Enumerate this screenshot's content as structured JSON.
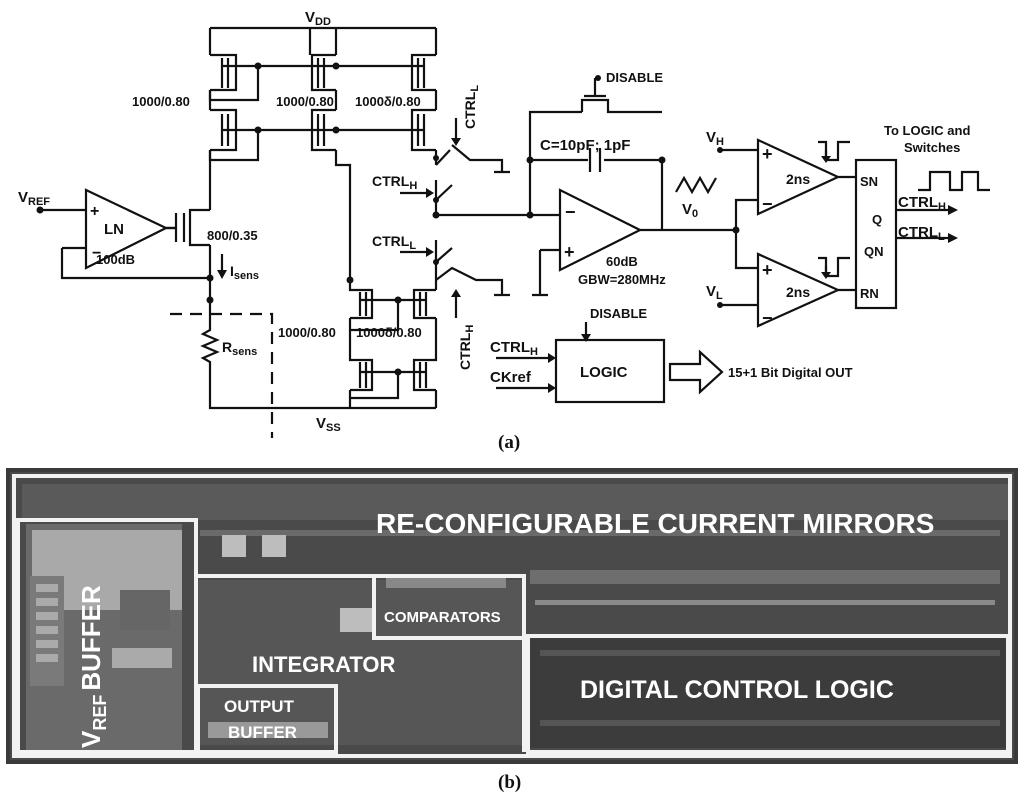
{
  "schematic": {
    "supplies": {
      "vdd": "V",
      "vdd_sub": "DD",
      "vss": "V",
      "vss_sub": "SS"
    },
    "sizes": {
      "p1": "1000/0.80",
      "p2": "1000/0.80",
      "p3": "1000",
      "p3b": "δ/0.80",
      "n1": "1000/0.80",
      "n2": "1000",
      "n2b": "δ/0.80",
      "mn": "800/0.35"
    },
    "buffer": {
      "vref": "V",
      "vref_sub": "REF",
      "name": "LN",
      "gain": "100dB",
      "plus": "+",
      "minus": "−"
    },
    "sense": {
      "isens": "I",
      "isens_sub": "sens",
      "rsens": "R",
      "rsens_sub": "sens"
    },
    "switches": {
      "ctrll_top": "CTRL",
      "ctrll_top_sub": "L",
      "ctrlh_mid": "CTRL",
      "ctrlh_mid_sub": "H",
      "ctrll_mid": "CTRL",
      "ctrll_mid_sub": "L",
      "ctrlh_bot": "CTRL",
      "ctrlh_bot_sub": "H"
    },
    "integrator": {
      "disable_top": "DISABLE",
      "cap": "C=10pF; 1pF",
      "gain": "60dB",
      "gbw": "GBW=280MHz",
      "v0": "V",
      "v0_sub": "0"
    },
    "comparators": {
      "vh": "V",
      "vh_sub": "H",
      "vl": "V",
      "vl_sub": "L",
      "delay_top": "2ns",
      "delay_bot": "2ns"
    },
    "latch": {
      "sn": "SN",
      "q": "Q",
      "qn": "QN",
      "rn": "RN",
      "out_h": "CTRL",
      "out_h_sub": "H",
      "out_l": "CTRL",
      "out_l_sub": "L",
      "note1": "To LOGIC and",
      "note2": "Switches"
    },
    "logic": {
      "disable": "DISABLE",
      "in_h": "CTRL",
      "in_h_sub": "H",
      "ckref": "CKref",
      "name": "LOGIC",
      "out": "15+1 Bit Digital OUT"
    },
    "caption": "(a)"
  },
  "layout": {
    "title_mirrors": "RE-CONFIGURABLE CURRENT MIRRORS",
    "vref_v": "V",
    "vref_sub": "REF",
    "vref_buffer": "BUFFER",
    "integrator": "INTEGRATOR",
    "comparators": "COMPARATORS",
    "output1": "OUTPUT",
    "output2": "BUFFER",
    "digital": "DIGITAL CONTROL LOGIC",
    "caption": "(b)"
  }
}
